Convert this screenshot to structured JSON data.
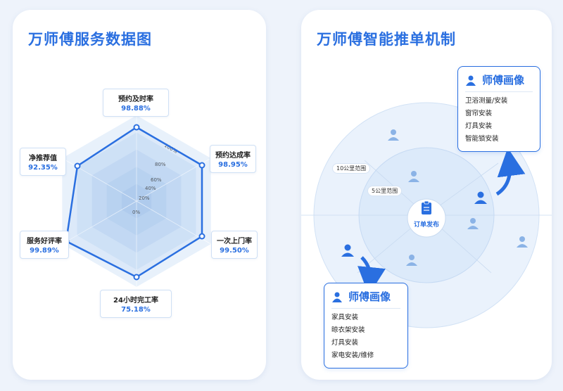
{
  "left": {
    "title": "万师傅服务数据图",
    "rings": [
      "100%",
      "80%",
      "60%",
      "40%",
      "20%",
      "0%"
    ],
    "metrics": [
      {
        "label": "预约及时率",
        "value": "98.88%"
      },
      {
        "label": "预约达成率",
        "value": "98.95%"
      },
      {
        "label": "一次上门率",
        "value": "99.50%"
      },
      {
        "label": "24小时完工率",
        "value": "75.18%"
      },
      {
        "label": "服务好评率",
        "value": "99.89%"
      },
      {
        "label": "净推荐值",
        "value": "92.35%"
      }
    ]
  },
  "right": {
    "title": "万师傅智能推单机制",
    "outer_ring_label": "10公里范围",
    "inner_ring_label": "5公里范围",
    "center_label": "订单发布",
    "profile_top": {
      "title": "师傅画像",
      "items": [
        "卫浴测量/安装",
        "窗帘安装",
        "灯具安装",
        "智能锁安装"
      ]
    },
    "profile_bottom": {
      "title": "师傅画像",
      "items": [
        "家具安装",
        "晾衣架安装",
        "灯具安装",
        "家电安装/维修"
      ]
    }
  },
  "colors": {
    "accent": "#2a6fe0",
    "light": "#dce9f8"
  }
}
